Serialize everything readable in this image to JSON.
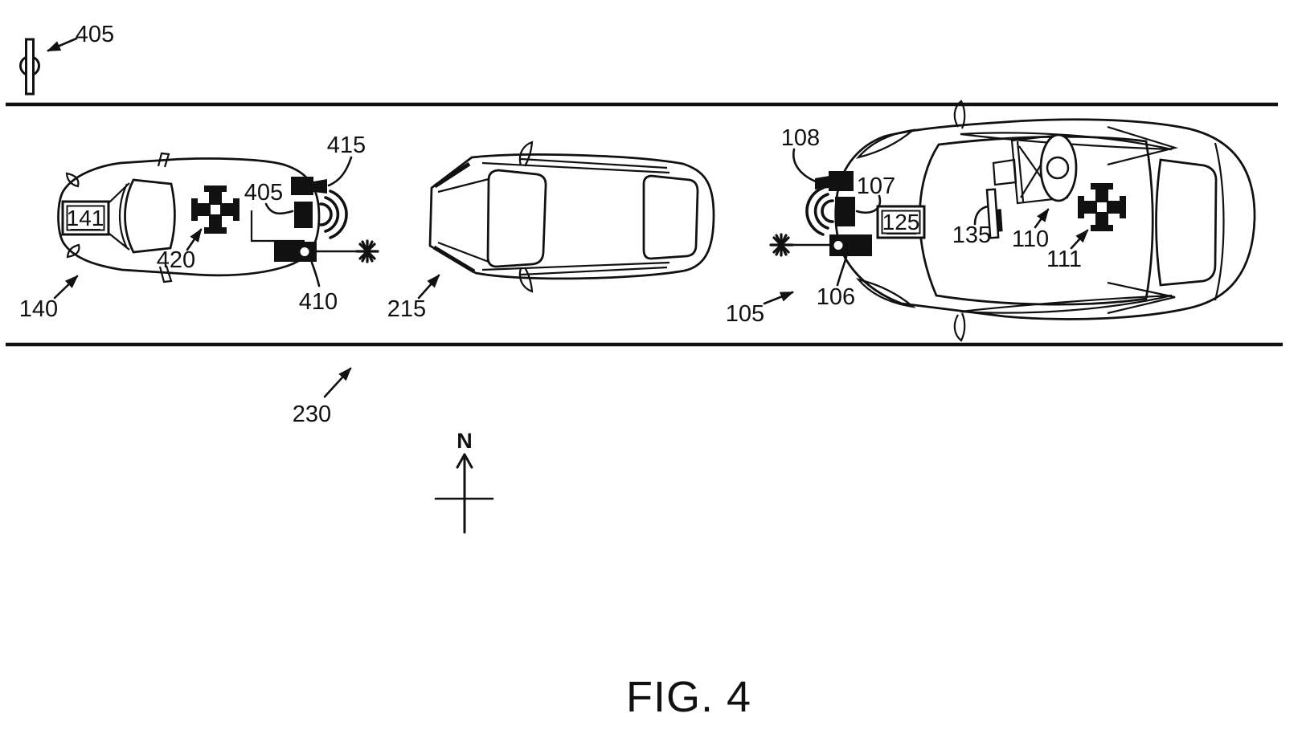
{
  "figure": {
    "caption": "FIG. 4",
    "compass_north": "N"
  },
  "roadside_unit": {
    "label": "405"
  },
  "road": {
    "label": "230"
  },
  "left_vehicle": {
    "label": "140",
    "plate_label": "141",
    "camera_label": "415",
    "comm_unit_label": "405",
    "gps_label": "420",
    "sensor_label": "410"
  },
  "middle_vehicle": {
    "label": "215"
  },
  "right_vehicle": {
    "label": "105",
    "plate_label": "125",
    "sensor_label": "106",
    "comm_unit_label": "107",
    "camera_label": "108",
    "driver_label": "110",
    "gps_label": "111",
    "display_label": "135"
  }
}
